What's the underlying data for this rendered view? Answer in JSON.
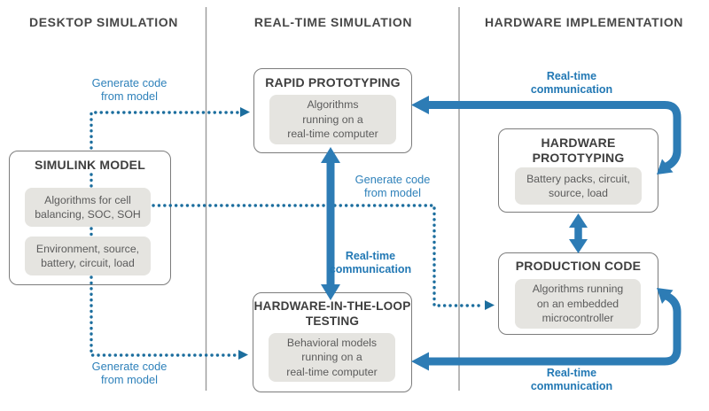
{
  "diagram": {
    "columns": [
      {
        "header": "DESKTOP SIMULATION"
      },
      {
        "header": "REAL-TIME SIMULATION"
      },
      {
        "header": "HARDWARE IMPLEMENTATION"
      }
    ],
    "boxes": {
      "simulink": {
        "title": "SIMULINK MODEL",
        "item1": "Algorithms for cell\nbalancing, SOC, SOH",
        "item2": "Environment, source,\nbattery, circuit, load"
      },
      "rapid": {
        "title": "RAPID PROTOTYPING",
        "item1": "Algorithms\nrunning on a\nreal-time computer"
      },
      "hil": {
        "title": "HARDWARE-IN-THE-LOOP\nTESTING",
        "item1": "Behavioral models\nrunning on a\nreal-time computer"
      },
      "hwproto": {
        "title": "HARDWARE\nPROTOTYPING",
        "item1": "Battery packs, circuit,\nsource, load"
      },
      "prodcode": {
        "title": "PRODUCTION CODE",
        "item1": "Algorithms running\non an embedded\nmicrocontroller"
      }
    },
    "labels": {
      "generate_top": "Generate code\nfrom model",
      "generate_mid": "Generate code\nfrom model",
      "generate_bottom": "Generate code\nfrom model",
      "rtc_top": "Real-time\ncommunication",
      "rtc_mid": "Real-time\ncommunication",
      "rtc_bottom": "Real-time\ncommunication"
    },
    "arrows": [
      {
        "from": "simulink-model",
        "to": "rapid-prototyping",
        "style": "dotted",
        "bidirectional": false,
        "label": "Generate code from model"
      },
      {
        "from": "simulink-model",
        "to": "production-code",
        "style": "dotted",
        "bidirectional": false,
        "label": "Generate code from model"
      },
      {
        "from": "simulink-model",
        "to": "hardware-in-the-loop-testing",
        "style": "dotted",
        "bidirectional": false,
        "label": "Generate code from model"
      },
      {
        "from": "rapid-prototyping",
        "to": "hardware-prototyping",
        "style": "solid",
        "bidirectional": true,
        "label": "Real-time communication"
      },
      {
        "from": "rapid-prototyping",
        "to": "hardware-in-the-loop-testing",
        "style": "solid",
        "bidirectional": true,
        "label": "Real-time communication"
      },
      {
        "from": "hardware-prototyping",
        "to": "production-code",
        "style": "solid",
        "bidirectional": true,
        "label": ""
      },
      {
        "from": "hardware-in-the-loop-testing",
        "to": "production-code",
        "style": "solid",
        "bidirectional": true,
        "label": "Real-time communication"
      }
    ],
    "colors": {
      "arrow_blue": "#2d7cb5",
      "dotted_blue": "#1c6e9e",
      "label_blue": "#2e81ba",
      "box_border_gray": "#7c7c7c",
      "inner_box_gray": "#e5e4e0",
      "divider_gray": "#9a9a9a",
      "heading_gray": "#474747"
    }
  }
}
